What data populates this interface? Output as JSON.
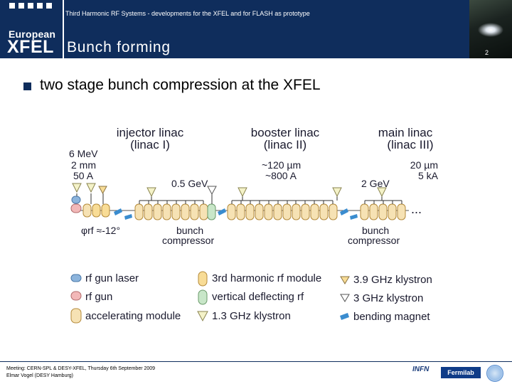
{
  "header": {
    "subtitle": "Third Harmonic RF Systems - developments for the XFEL and for FLASH as prototype",
    "title": "Bunch forming",
    "logo_line1": "European",
    "logo_line2": "XFEL",
    "page_number": "2"
  },
  "bullet": "two stage bunch compression at the XFEL",
  "diagram": {
    "sections": [
      {
        "name": "injector linac",
        "sub": "(linac I)"
      },
      {
        "name": "booster linac",
        "sub": "(linac II)"
      },
      {
        "name": "main linac",
        "sub": "(linac III)"
      }
    ],
    "injector_params": [
      "6 MeV",
      "2 mm",
      "50 A"
    ],
    "booster_params": [
      "~120 µm",
      "~800 A"
    ],
    "main_params": [
      "20 µm",
      "5 kA"
    ],
    "energy1": "0.5 GeV",
    "energy2": "2 GeV",
    "continuation": "...",
    "phase": "φrf ≈-12°",
    "compressor1": [
      "bunch",
      "compressor"
    ],
    "compressor2": [
      "bunch",
      "compressor"
    ]
  },
  "legend": {
    "col1": [
      "rf gun laser",
      "rf gun",
      "accelerating module"
    ],
    "col2": [
      "3rd harmonic rf module",
      "vertical deflecting rf",
      "1.3 GHz klystron"
    ],
    "col3": [
      "3.9 GHz klystron",
      "3 GHz klystron",
      "bending magnet"
    ]
  },
  "colors": {
    "header_bg": "#0f2d5c",
    "module_fill": "#f6e2b4",
    "module_stroke": "#b48a3a",
    "rf_gun": "#f2b8b8",
    "third_harmonic": "#f8dc96",
    "deflector": "#c8e6c8",
    "gun_laser": "#8cb4dc",
    "magnet": "#3a8ccf",
    "klystron_13": "#f4f2c8"
  },
  "footer": {
    "line1": "Meeting: CERN-SPL & DESY-XFEL, Thursday 6th September 2009",
    "line2": "Elmar Vogel (DESY Hamburg)",
    "logo_infn": "INFN",
    "logo_fermilab": "Fermilab"
  }
}
